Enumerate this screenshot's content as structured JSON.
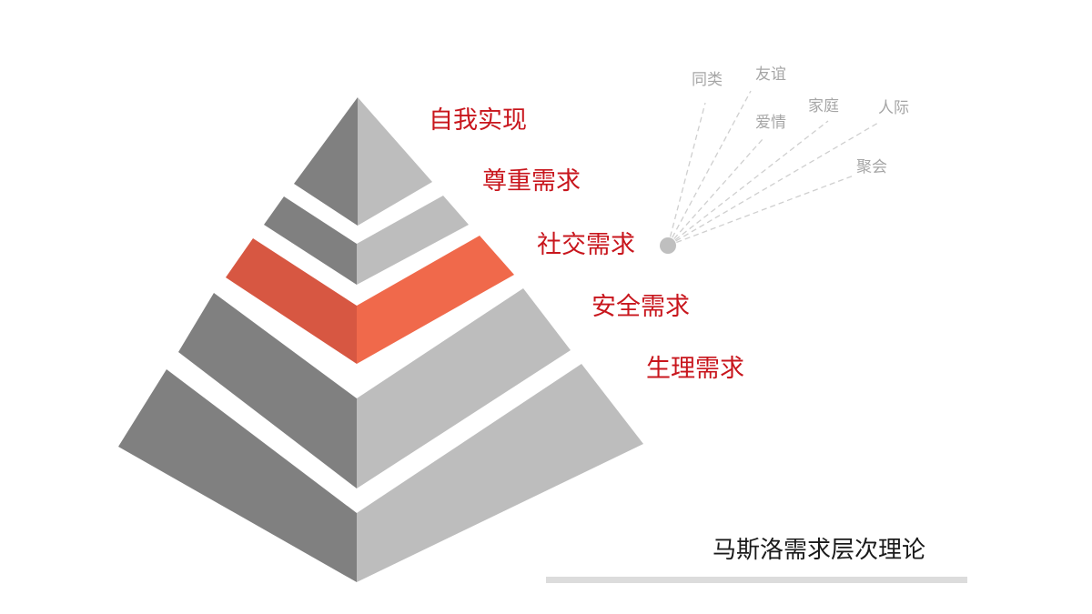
{
  "title": "马斯洛需求层次理论",
  "colors": {
    "gray_left": "#808080",
    "gray_right": "#bdbdbd",
    "highlight_left": "#d75742",
    "highlight_right": "#f0694b",
    "label": "#c8161d",
    "sub_label": "#a6a6a6",
    "connector": "#c8c8c8"
  },
  "levels": [
    {
      "label": "自我实现",
      "highlighted": false
    },
    {
      "label": "尊重需求",
      "highlighted": false
    },
    {
      "label": "社交需求",
      "highlighted": true
    },
    {
      "label": "安全需求",
      "highlighted": false
    },
    {
      "label": "生理需求",
      "highlighted": false
    }
  ],
  "social_details": [
    {
      "label": "同类"
    },
    {
      "label": "友谊"
    },
    {
      "label": "爱情"
    },
    {
      "label": "家庭"
    },
    {
      "label": "人际"
    },
    {
      "label": "聚会"
    }
  ]
}
